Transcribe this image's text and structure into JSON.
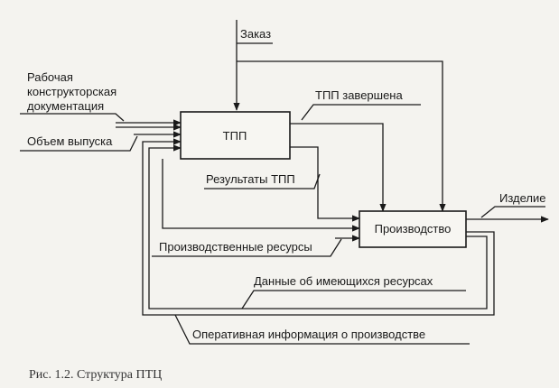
{
  "diagram": {
    "boxes": {
      "tpp": "ТПП",
      "production": "Производство"
    },
    "labels": {
      "order": "Заказ",
      "design_doc_line1": "Рабочая",
      "design_doc_line2": "конструкторская",
      "design_doc_line3": "документация",
      "output_volume": "Объем выпуска",
      "tpp_completed": "ТПП завершена",
      "tpp_results": "Результаты ТПП",
      "product": "Изделие",
      "production_resources": "Производственные ресурсы",
      "available_resources_data": "Данные об имеющихся ресурсах",
      "operational_info": "Оперативная информация о производстве"
    },
    "caption": "Рис. 1.2. Структура ПТЦ"
  }
}
